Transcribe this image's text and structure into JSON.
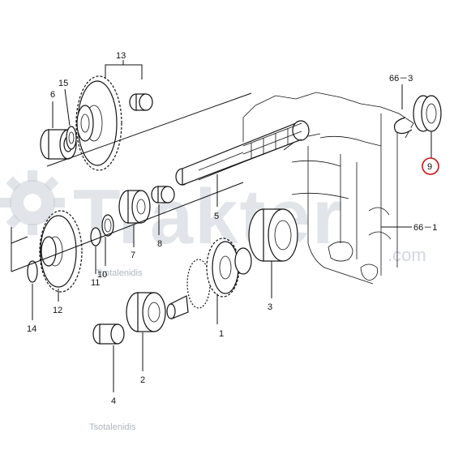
{
  "part_labels": {
    "p1": "1",
    "p2": "2",
    "p3": "3",
    "p4": "4",
    "p5": "5",
    "p6": "6",
    "p7": "7",
    "p8": "8",
    "p9": "9",
    "p10": "10",
    "p11": "11",
    "p12": "12",
    "p13": "13",
    "p14": "14",
    "p15": "15",
    "p66_1": "66－1",
    "p66_3": "66－3"
  },
  "highlighted_part": "9",
  "highlight_color": "#d01010",
  "watermark": {
    "brand": "Trakter",
    "suffix": ".com",
    "credit": "Tsotalenidis"
  }
}
